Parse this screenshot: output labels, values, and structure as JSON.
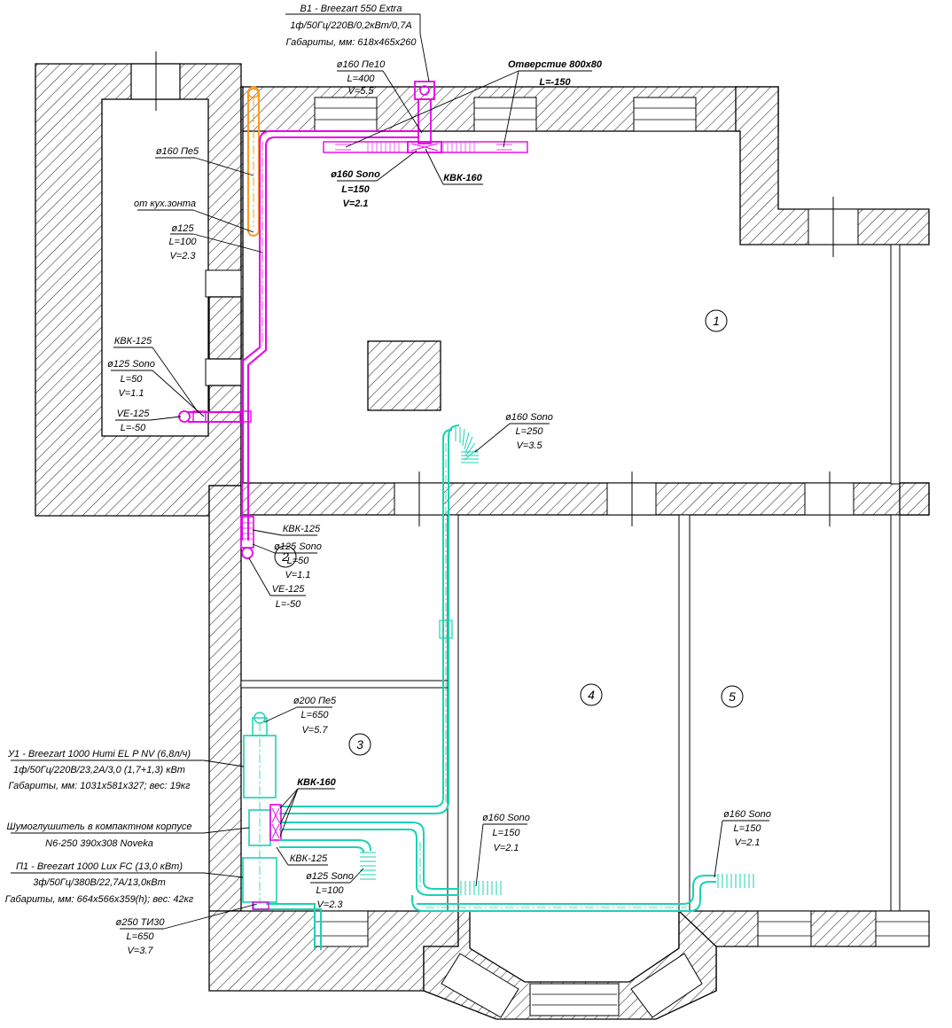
{
  "colors": {
    "exhaust_duct": "#e800e8",
    "supply_duct": "#1ad2b4",
    "kitchen_hood_duct": "#ff9a1a",
    "walls": "#000000"
  },
  "rooms": [
    "1",
    "2",
    "3",
    "4",
    "5"
  ],
  "labels": {
    "b1": [
      "B1 - Breezart 550 Extra",
      "1ф/50Гц/220В/0,2кВт/0,7А",
      "Габариты, мм: 618x465x260"
    ],
    "d160pe10": [
      "ø160 Пе10",
      "L=400",
      "V=5.5"
    ],
    "opening": [
      "Отверстие 800x80",
      "L=-150"
    ],
    "d160pe5": "ø160 Пе5",
    "kitchen_hood": "от кух.зонта",
    "d125": [
      "ø125",
      "L=100",
      "V=2.3"
    ],
    "sono160_top": [
      "ø160 Sono",
      "L=150",
      "V=2.1"
    ],
    "kvk160_top": "КВК-160",
    "kvk125_left": "КВК-125",
    "sono125_left": [
      "ø125 Sono",
      "L=50",
      "V=1.1"
    ],
    "ve125_left": [
      "VE-125",
      "L=-50"
    ],
    "sono160_room1": [
      "ø160 Sono",
      "L=250",
      "V=3.5"
    ],
    "kvk125_mid": "КВК-125",
    "sono125_mid": [
      "ø125 Sono",
      "L=50",
      "V=1.1"
    ],
    "ve125_mid": [
      "VE-125",
      "L=-50"
    ],
    "d200pe5": [
      "ø200 Пе5",
      "L=650",
      "V=5.7"
    ],
    "y1": [
      "У1 - Breezart 1000 Humi EL P NV (6,8л/ч)",
      "1ф/50Гц/220В/23,2А/3,0 (1,7+1,3) кВт",
      "Габариты, мм: 1031x581x327; вес: 19кг"
    ],
    "silencer": [
      "Шумоглушитель в компактном корпусе",
      "N6-250 390x308 Noveka"
    ],
    "p1": [
      "П1 - Breezart 1000 Lux FC (13,0 кВт)",
      "3ф/50Гц/380В/22,7А/13,0кВт",
      "Габариты, мм: 664x566x359(h); вес: 42кг"
    ],
    "kvk160_bottom": "КВК-160",
    "kvk125_bottom": "КВК-125",
    "sono125_bottom": [
      "ø125 Sono",
      "L=100",
      "V=2.3"
    ],
    "sono160_room4": [
      "ø160 Sono",
      "L=150",
      "V=2.1"
    ],
    "sono160_room5": [
      "ø160 Sono",
      "L=150",
      "V=2.1"
    ],
    "d250ti30": [
      "ø250 ТИ30",
      "L=650",
      "V=3.7"
    ]
  }
}
